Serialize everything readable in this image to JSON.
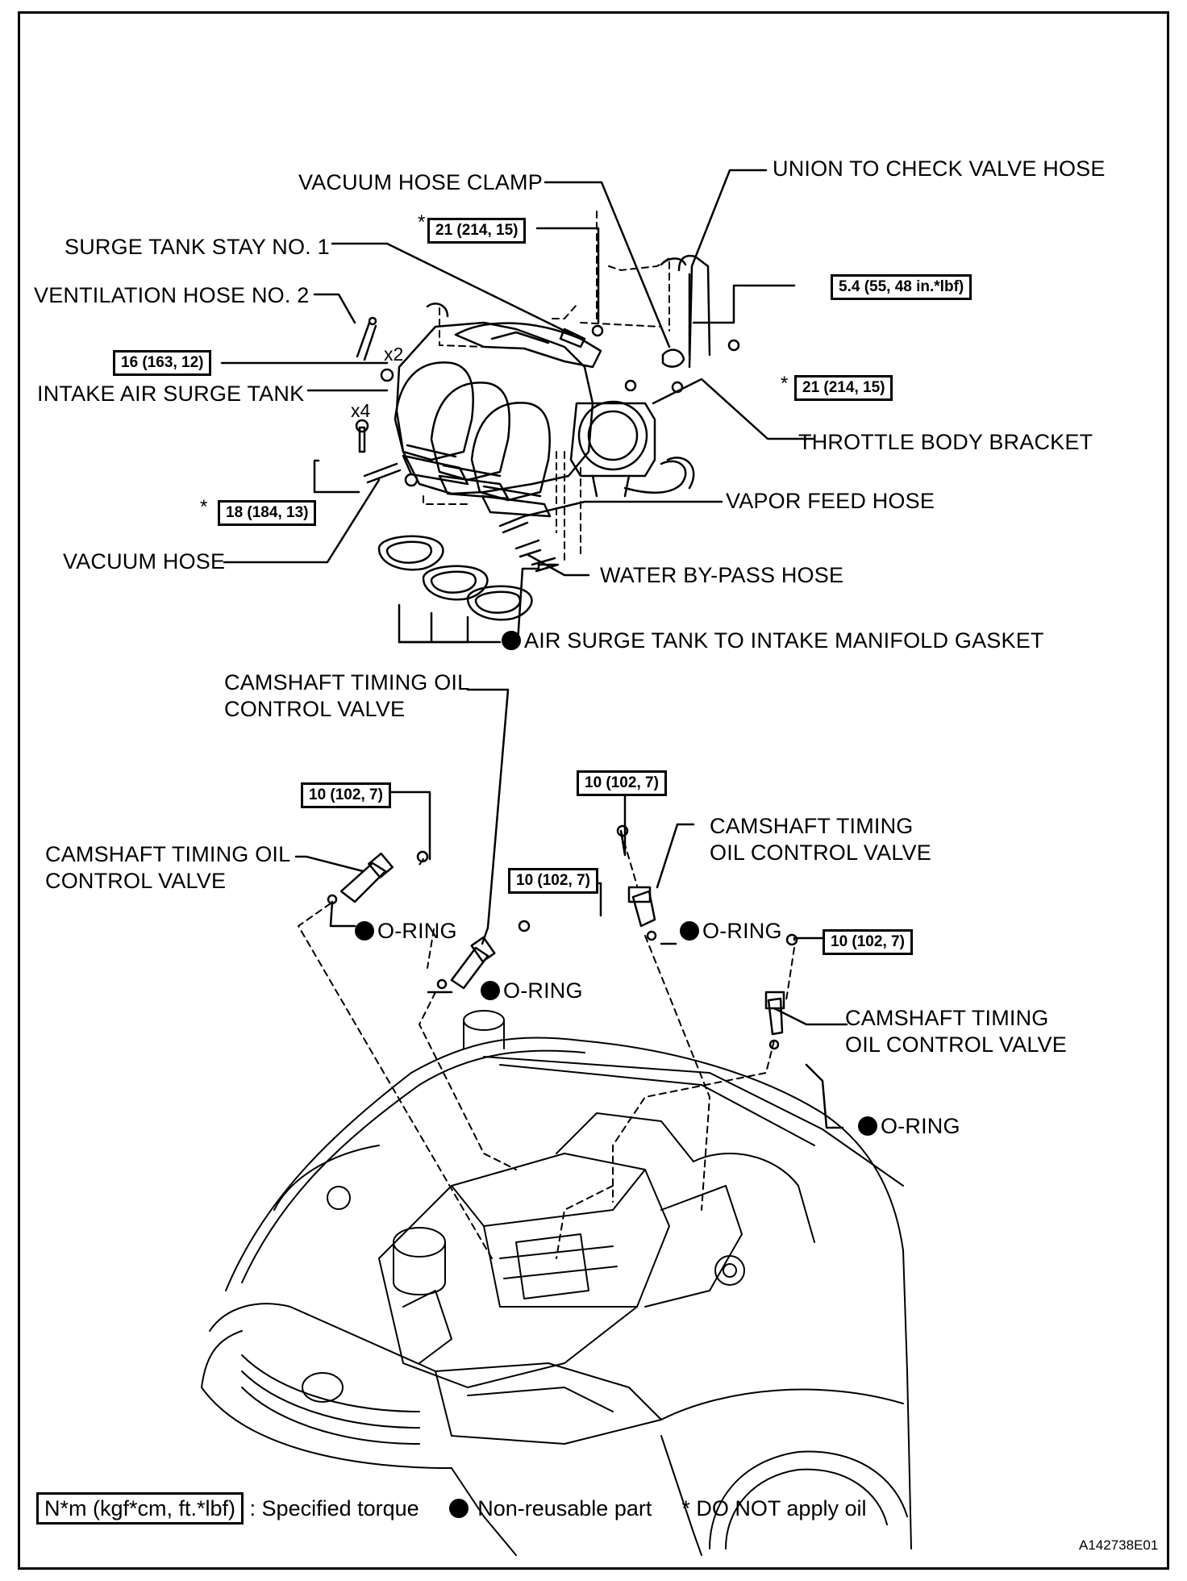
{
  "labels": {
    "union_to_check_valve_hose": "UNION TO CHECK VALVE HOSE",
    "vacuum_hose_clamp": "VACUUM HOSE CLAMP",
    "surge_tank_stay": "SURGE TANK STAY NO. 1",
    "ventilation_hose": "VENTILATION HOSE NO. 2",
    "intake_air_surge_tank": "INTAKE AIR SURGE TANK",
    "throttle_body_bracket": "THROTTLE BODY BRACKET",
    "vapor_feed_hose": "VAPOR FEED HOSE",
    "vacuum_hose": "VACUUM HOSE",
    "water_bypass_hose": "WATER BY-PASS HOSE",
    "gasket": "AIR SURGE TANK TO INTAKE MANIFOLD GASKET",
    "camshaft_valve_top": "CAMSHAFT TIMING OIL\nCONTROL VALVE",
    "camshaft_valve_left": "CAMSHAFT TIMING OIL\nCONTROL VALVE",
    "camshaft_valve_right": "CAMSHAFT TIMING\nOIL CONTROL VALVE",
    "camshaft_valve_far_right": "CAMSHAFT TIMING\nOIL CONTROL VALVE",
    "o_ring": "O-RING"
  },
  "torques": {
    "t_21_top": "21 (214, 15)",
    "t_5_4": "5.4 (55, 48 in.*lbf)",
    "t_16": "16 (163, 12)",
    "t_21_right": "21 (214, 15)",
    "t_18": "18 (184, 13)",
    "t_10_a": "10 (102, 7)",
    "t_10_b": "10 (102, 7)",
    "t_10_c": "10 (102, 7)",
    "t_10_d": "10 (102, 7)"
  },
  "marks": {
    "star": "*",
    "x2": "x2",
    "x4": "x4"
  },
  "legend": {
    "unit_box": "N*m (kgf*cm, ft.*lbf)",
    "unit_desc": ": Specified torque",
    "nonreusable": "Non-reusable part",
    "no_oil": "* DO NOT apply oil"
  },
  "figure_id": "A142738E01"
}
